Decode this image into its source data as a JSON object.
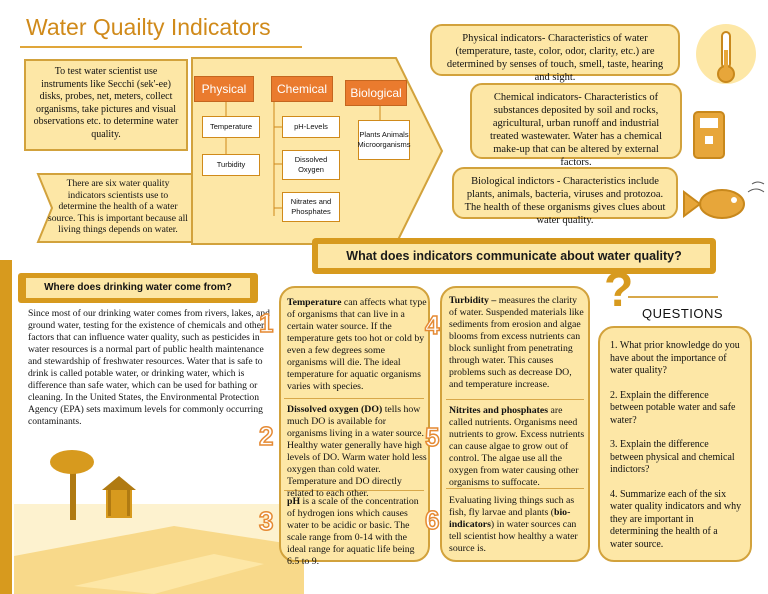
{
  "title": "Water Quailty Indicators",
  "intro": "To test water scientist use instruments like Secchi (sek'-ee) disks, probes, net, meters, collect organisms, take pictures and visual observations etc. to determine water quality.",
  "six_indicators": "There are six water quality indicators scientists use to determine the health of a water source. This is important because all living things depends on water.",
  "categories": {
    "physical": "Physical",
    "chemical": "Chemical",
    "biological": "Biological"
  },
  "physical_items": [
    "Temperature",
    "Turbidity"
  ],
  "chemical_items": [
    "pH-Levels",
    "Dissolved Oxygen",
    "Nitrates and Phosphates"
  ],
  "biological_items": "Plants Animals Microorganisms",
  "definitions": {
    "physical": "Physical indicators- Characteristics of water (temperature, taste, color, odor, clarity, etc.) are determined by senses of touch, smell, taste, hearing and sight.",
    "chemical": "Chemical indicators- Characteristics of substances deposited by soil and rocks, agricultural, urban runoff and industrial treated wastewater. Water has a chemical make-up that can be altered by external factors.",
    "biological": "Biological indictors - Characteristics include plants, animals, bacteria, viruses and protozoa. The health of these organisms gives clues about water quality."
  },
  "indicators_heading": "What does indicators communicate about water quality?",
  "drinking_heading": "Where does drinking water come from?",
  "drinking_text": "Since most of our drinking water comes from rivers, lakes, and ground water, testing for the existence of chemicals and other factors that can influence water quality, such as pesticides in water resources is a normal part of public health maintenance and stewardship of freshwater resources. Water that is safe to drink is called potable water, or drinking water, which is difference than safe water, which can be used for bathing or cleaning. In the United States, the Environmental Protection Agency (EPA) sets maximum levels for commonly occurring contaminants.",
  "items": [
    {
      "num": "1",
      "term": "Temperature",
      "text": " can affects what type of organisms that can live in a certain water source. If the temperature gets too hot or cold by even a few degrees some organisms will die. The ideal temperature for aquatic organisms varies with species."
    },
    {
      "num": "2",
      "term": "Dissolved oxygen (DO)",
      "text": " tells how much DO is available for organisms living in a water source. Healthy water generally have high levels of DO.  Warm water hold less oxygen than cold water. Temperature and DO directly related to each other."
    },
    {
      "num": "3",
      "term": "pH",
      "text": " is a scale of the concentration of hydrogen ions which causes water to be acidic or basic. The scale range from 0-14 with the ideal range for aquatic life being 6.5 to 9."
    },
    {
      "num": "4",
      "term": "Turbidity –",
      "text": " measures the clarity of water.  Suspended materials like sediments from erosion and algae blooms from excess nutrients can block sunlight from penetrating through water. This causes problems such as decrease DO, and temperature increase."
    },
    {
      "num": "5",
      "term": "Nitrites and phosphates",
      "text": " are called nutrients. Organisms need nutrients to grow.  Excess nutrients can cause algae to grow out of control. The algae use all the oxygen from water causing other organisms to suffocate."
    },
    {
      "num": "6",
      "pre": "Evaluating living things such as fish, fly larvae and plants (",
      "term": "bio-indicators",
      "text": ") in water sources can tell scientist how healthy a water source is."
    }
  ],
  "questions_title": "QUESTIONS",
  "question_mark": "?",
  "questions": [
    "1. What prior knowledge do you have about the importance of water quality?",
    "2. Explain the difference between potable water and safe water?",
    "3. Explain the difference between physical and chemical indictors?",
    "4. Summarize each of the six water quality indicators and why they are important in determining the health of a water source."
  ],
  "colors": {
    "accent": "#ea7b2e",
    "panel": "#fde7a6",
    "border": "#d2a23c",
    "gold": "#d79a1e"
  }
}
